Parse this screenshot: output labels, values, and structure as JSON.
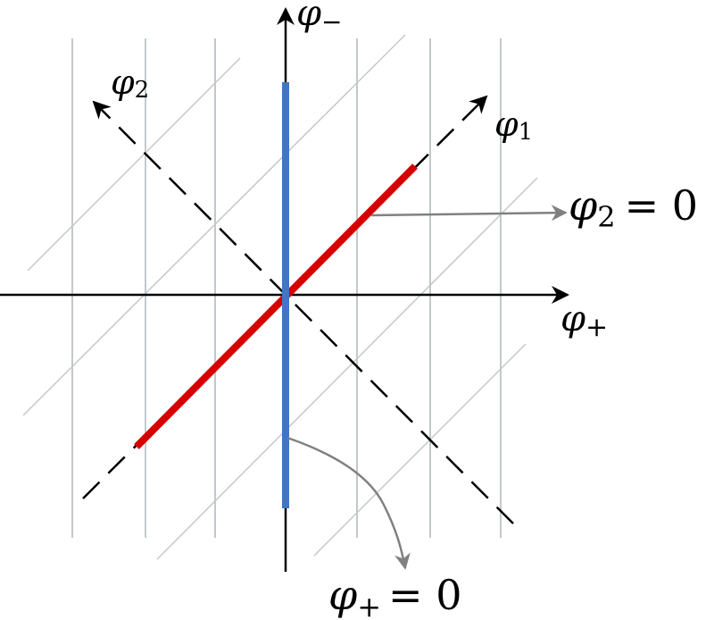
{
  "labels": {
    "phi_minus": {
      "base": "φ",
      "sub": "−"
    },
    "phi_plus": {
      "base": "φ",
      "sub": "+"
    },
    "phi_1": {
      "base": "φ",
      "sub": "1"
    },
    "phi_2": {
      "base": "φ",
      "sub": "2"
    },
    "phi2_zero": {
      "base": "φ",
      "sub": "2",
      "eq": "= 0"
    },
    "phiplus_zero": {
      "base": "φ",
      "sub": "+",
      "eq": "= 0"
    }
  },
  "colors": {
    "axis": "#000000",
    "grid": "#c3c8cc",
    "blue_line": "#3f76c6",
    "red_line": "#d50000",
    "annotation_arrow": "#808080"
  }
}
